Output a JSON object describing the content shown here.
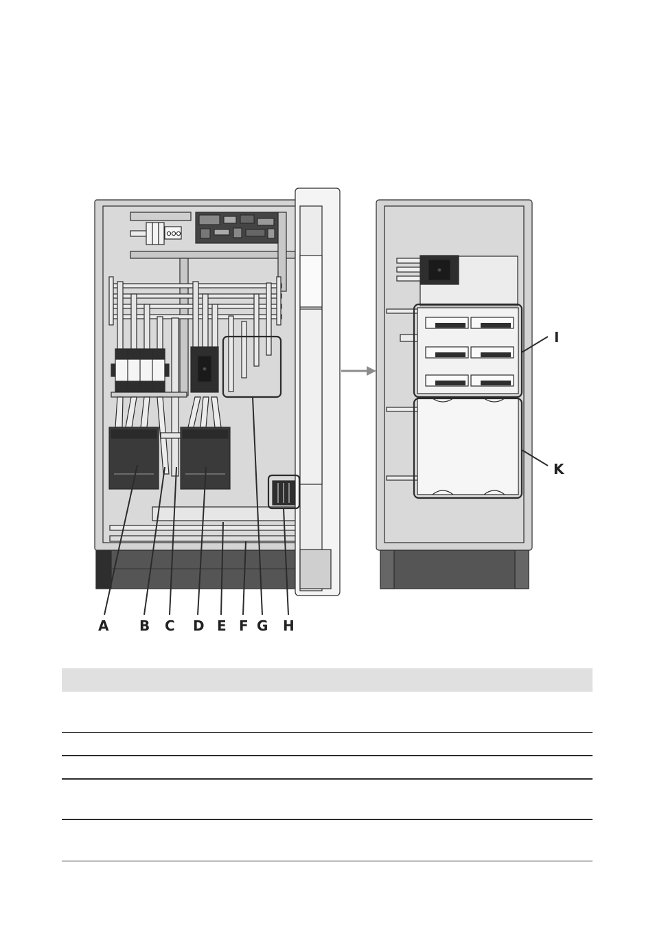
{
  "figure": {
    "labels_bottom": [
      "A",
      "B",
      "C",
      "D",
      "E",
      "F",
      "G",
      "H"
    ],
    "labels_right": [
      "I",
      "K"
    ],
    "colors": {
      "line": "#2b2b2b",
      "panel": "#d9d9d9",
      "panel_light": "#efefef",
      "dark_component": "#2e2e2e",
      "plinth": "#555555",
      "arrow": "#8c8c8c",
      "highlight_stroke": "#2b2b2b"
    }
  },
  "table": {
    "header_color": "#e0e0e0",
    "row_count": 5
  }
}
